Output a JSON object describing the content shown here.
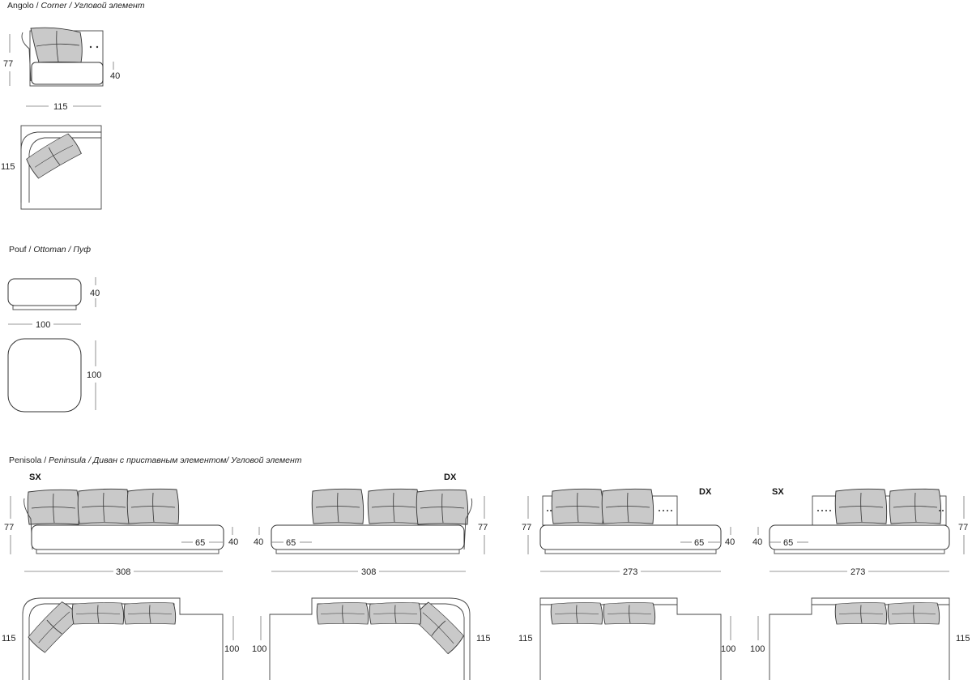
{
  "sections": {
    "corner": {
      "title_plain": "Angolo / ",
      "title_italic": "Corner / Угловой элемент",
      "height": "77",
      "seat_height": "40",
      "width": "115",
      "depth": "115"
    },
    "pouf": {
      "title_plain": "Pouf / ",
      "title_italic": "Ottoman / Пуф",
      "height": "40",
      "width": "100",
      "depth": "100"
    },
    "peninsula": {
      "title_plain": "Penisola / ",
      "title_italic": "Peninsula / Диван с приставным элементом/ Угловой элемент",
      "variants": [
        {
          "label": "SX",
          "height": "77",
          "seat_height": "40",
          "arm": "65",
          "width": "308",
          "depth": "115",
          "depth_short": "100"
        },
        {
          "label": "DX",
          "height": "77",
          "seat_height": "40",
          "arm": "65",
          "width": "308",
          "depth": "115",
          "depth_short": "100"
        },
        {
          "label": "DX",
          "height": "77",
          "seat_height": "40",
          "arm": "65",
          "width": "273",
          "depth": "115",
          "depth_short": "100"
        },
        {
          "label": "SX",
          "height": "77",
          "seat_height": "40",
          "arm": "65",
          "width": "273",
          "depth": "115",
          "depth_short": "100"
        }
      ]
    }
  },
  "colors": {
    "cushion": "#c9c9c9",
    "line": "#333333"
  }
}
